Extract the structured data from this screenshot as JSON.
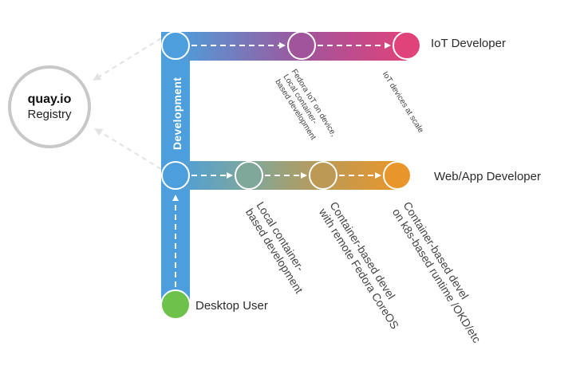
{
  "registry": {
    "name": "quay.io",
    "subtitle": "Registry"
  },
  "vertical_bar_label": "Development",
  "roles": {
    "iot": "IoT Developer",
    "webapp": "Web/App Developer",
    "desktop": "Desktop User"
  },
  "iot_steps": [
    "Fedora IoT on device,\nLocal container-\nbased development",
    "IoT devices at scale"
  ],
  "webapp_steps": [
    "Local container-\nbased development",
    "Container-based devel\nwith remote Fedora CoreOS",
    "Container-based devel\non k8s-based runtime /OKD/etc"
  ],
  "colors": {
    "blue": "#4c9fdc",
    "magenta_mid": "#a0559b",
    "pink": "#e0427a",
    "teal": "#7fa79a",
    "olive": "#bc9a56",
    "orange": "#e8962b",
    "green": "#6cc24a",
    "gray": "#c8c8c8"
  }
}
